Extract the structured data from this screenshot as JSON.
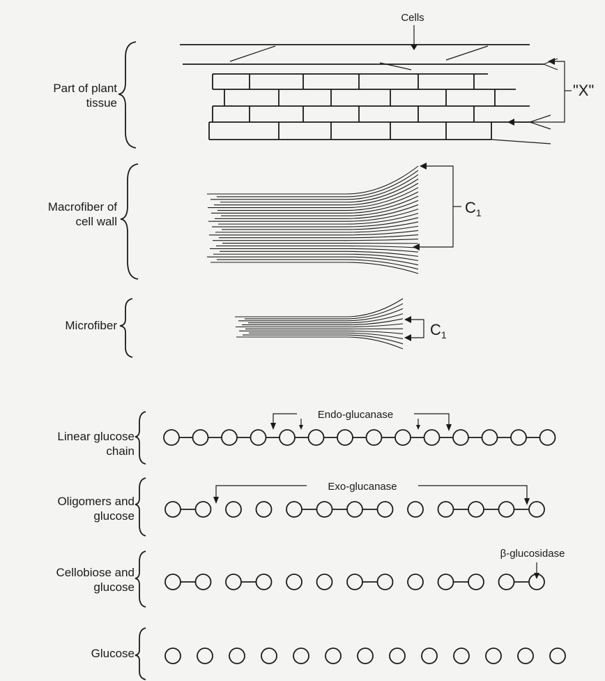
{
  "labels": {
    "cells": "Cells",
    "plant_tissue_1": "Part of plant",
    "plant_tissue_2": "tissue",
    "x_marker": "\"X\"",
    "macrofiber_1": "Macrofiber of",
    "macrofiber_2": "cell wall",
    "c1_macro": "C",
    "c1_macro_sub": "1",
    "microfiber": "Microfiber",
    "c1_micro": "C",
    "c1_micro_sub": "1",
    "linear_1": "Linear glucose",
    "linear_2": "chain",
    "oligo_1": "Oligomers and",
    "oligo_2": "glucose",
    "cello_1": "Cellobiose and",
    "cello_2": "glucose",
    "glucose": "Glucose",
    "endo": "Endo-glucanase",
    "exo": "Exo-glucanase",
    "beta": "β-glucosidase"
  },
  "chains": {
    "linear": [
      1,
      1,
      1,
      1,
      1,
      1,
      1,
      1,
      1,
      1,
      1,
      1,
      1
    ],
    "oligomers": [
      1,
      0,
      0,
      0,
      1,
      1,
      1,
      0,
      0,
      1,
      1,
      1
    ],
    "cellobiose": [
      1,
      0,
      1,
      0,
      0,
      0,
      1,
      0,
      0,
      1,
      0,
      1
    ],
    "glucose": [
      0,
      0,
      0,
      0,
      0,
      0,
      0,
      0,
      0,
      0,
      0,
      0
    ]
  }
}
